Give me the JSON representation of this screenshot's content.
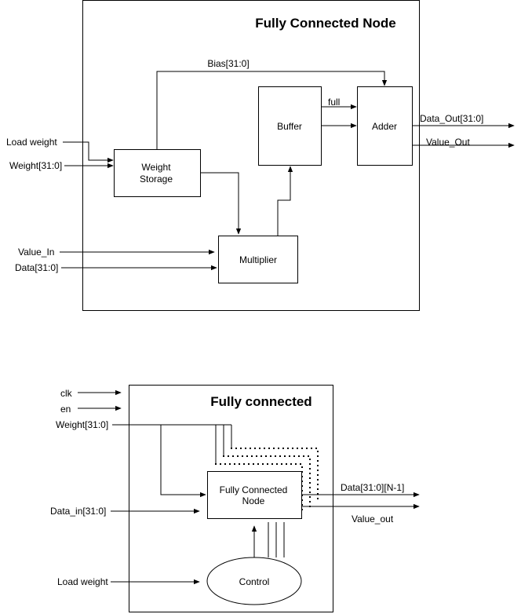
{
  "top": {
    "title": "Fully Connected Node",
    "inputs": {
      "load_weight": "Load weight",
      "weight": "Weight[31:0]",
      "value_in": "Value_In",
      "data": "Data[31:0]"
    },
    "blocks": {
      "weight_storage": [
        "Weight",
        "Storage"
      ],
      "buffer": "Buffer",
      "adder": "Adder",
      "multiplier": "Multiplier"
    },
    "signals": {
      "bias": "Bias[31:0]",
      "full": "full"
    },
    "outputs": {
      "data_out": "Data_Out[31:0]",
      "value_out": "Value_Out"
    }
  },
  "bottom": {
    "title": "Fully connected",
    "inputs": {
      "clk": "clk",
      "en": "en",
      "weight": "Weight[31:0]",
      "data_in": "Data_in[31:0]",
      "load_weight": "Load weight"
    },
    "blocks": {
      "node": [
        "Fully Connected",
        "Node"
      ],
      "control": "Control"
    },
    "outputs": {
      "data": "Data[31:0][N-1]",
      "value_out": "Value_out"
    }
  }
}
